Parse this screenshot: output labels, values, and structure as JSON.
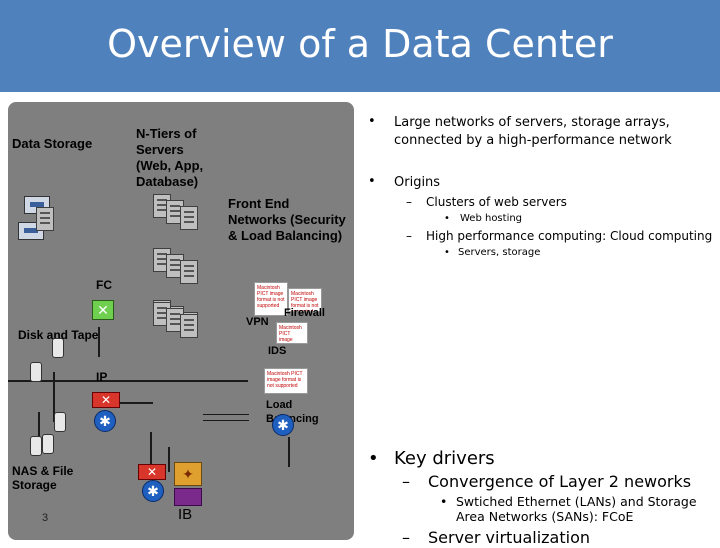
{
  "title": "Overview of a Data Center",
  "slide_number": "3",
  "diagram": {
    "data_storage": "Data Storage",
    "ntiers": "N-Tiers of Servers (Web, App, Database)",
    "front_end": "Front End Networks (Security & Load Balancing)",
    "fc": "FC",
    "disk_tape": "Disk and Tape",
    "vpn": "VPN",
    "firewall": "Firewall",
    "ids": "IDS",
    "ip": "IP",
    "load_balancing": "Load Balancing",
    "nas": "NAS & File Storage",
    "ib": "IB",
    "placeholder_text": "Macintosh PICT image format is not supported"
  },
  "bullets": {
    "b1": "Large networks of servers, storage arrays, connected by a high-performance network",
    "b2": "Origins",
    "b2a": "Clusters of web servers",
    "b2a1": "Web hosting",
    "b2b": "High performance computing: Cloud computing",
    "b2b1": "Servers, storage",
    "b3": "Key drivers",
    "b3a": "Convergence of Layer 2 neworks",
    "b3a1": "Swtiched Ethernet (LANs) and Storage Area Networks (SANs): FCoE",
    "b3b": "Server virtualization"
  },
  "colors": {
    "title_bar": "#4f81bd",
    "diagram_bg": "#7f7f7f"
  }
}
